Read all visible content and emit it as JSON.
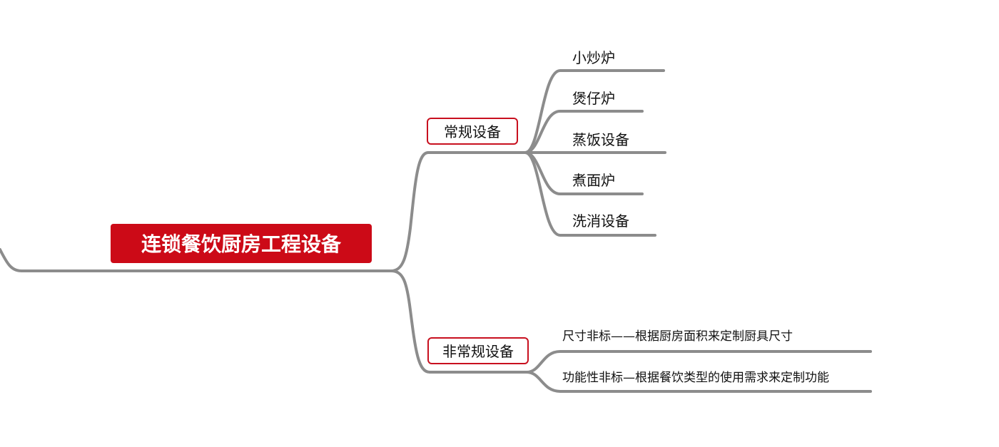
{
  "root": {
    "label": "连锁餐饮厨房工程设备"
  },
  "branches": [
    {
      "label": "常规设备",
      "children": [
        {
          "label": "小炒炉"
        },
        {
          "label": "煲仔炉"
        },
        {
          "label": "蒸饭设备"
        },
        {
          "label": "煮面炉"
        },
        {
          "label": "洗消设备"
        }
      ]
    },
    {
      "label": "非常规设备",
      "children": [
        {
          "label": "尺寸非标——根据厨房面积来定制厨具尺寸"
        },
        {
          "label": "功能性非标—根据餐饮类型的使用需求来定制功能"
        }
      ]
    }
  ],
  "colors": {
    "root_fill": "#cc0a17",
    "branch_border": "#c8101f",
    "connector": "#8c8c8c"
  }
}
